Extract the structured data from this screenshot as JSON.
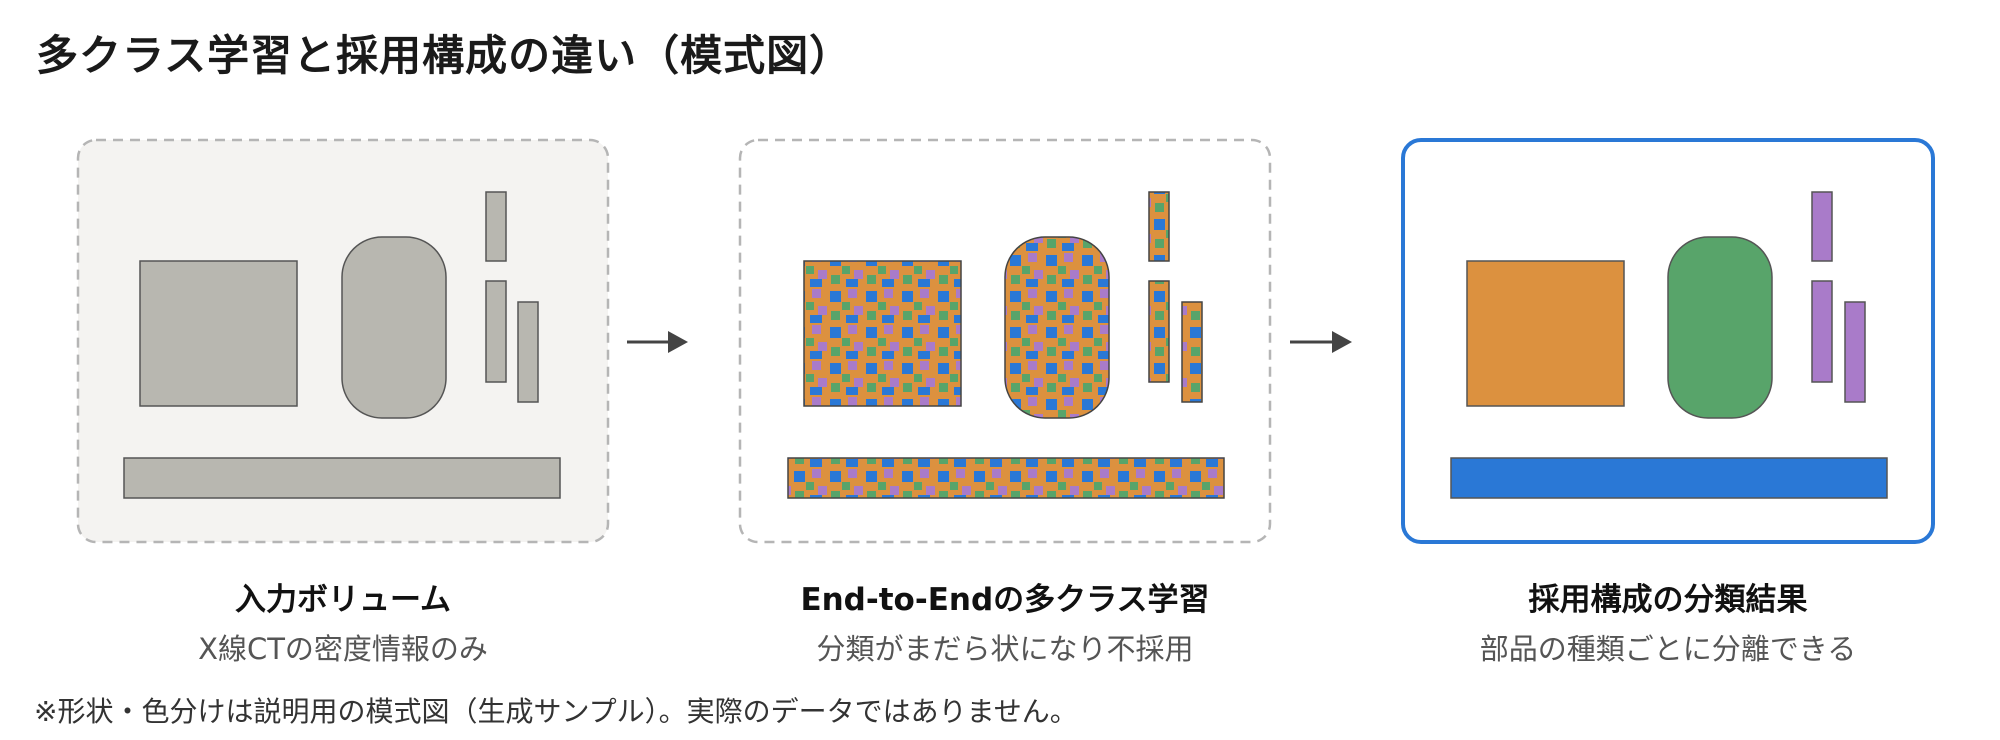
{
  "title": "多クラス学習と採用構成の違い（模式図）",
  "panels": [
    {
      "label": "入力ボリューム",
      "sub": "X線CTの密度情報のみ"
    },
    {
      "label": "End-to-Endの多クラス学習",
      "sub": "分類がまだら状になり不採用"
    },
    {
      "label": "採用構成の分類結果",
      "sub": "部品の種類ごとに分離できる"
    }
  ],
  "note": "※形状・色分けは説明用の模式図（生成サンプル）。実際のデータではありません。",
  "colors": {
    "gray_part": "#b8b7b0",
    "orange_part": "#dc913f",
    "green_part": "#58a46a",
    "purple_part": "#a97bc9",
    "blue_part": "#2a78d6",
    "accent_border": "#2a78d6",
    "panel_bg": "#f4f3f1"
  }
}
